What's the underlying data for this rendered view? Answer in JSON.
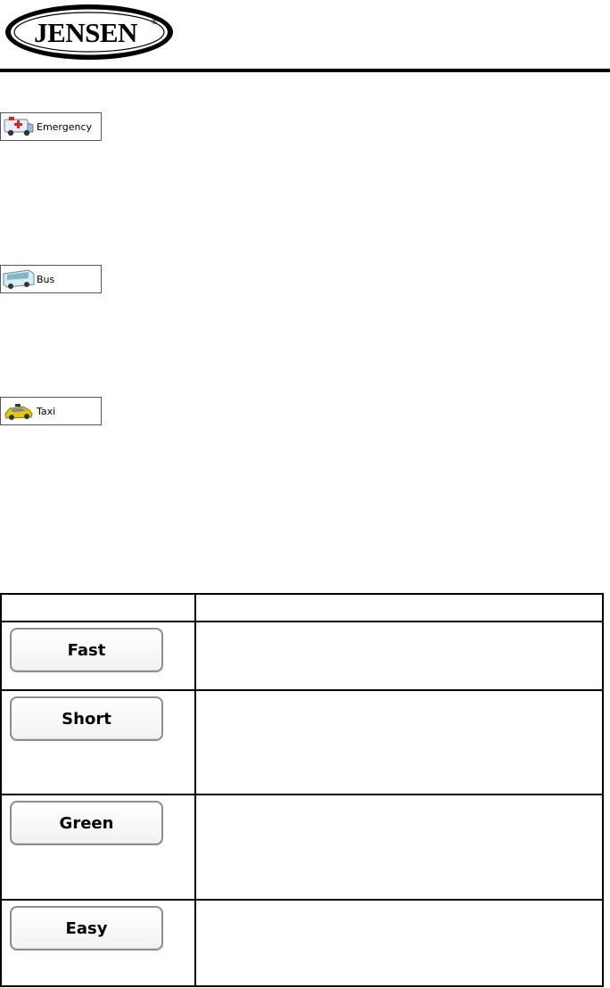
{
  "header": {
    "brand": "JENSEN",
    "registered": "®"
  },
  "vehicles": [
    {
      "label": "Emergency",
      "icon": "ambulance-icon"
    },
    {
      "label": "Bus",
      "icon": "bus-icon"
    },
    {
      "label": "Taxi",
      "icon": "taxi-icon"
    }
  ],
  "route_table": {
    "header": [
      "",
      ""
    ],
    "rows": [
      {
        "button": "Fast",
        "description": ""
      },
      {
        "button": "Short",
        "description": ""
      },
      {
        "button": "Green",
        "description": ""
      },
      {
        "button": "Easy",
        "description": ""
      }
    ]
  },
  "colors": {
    "ink": "#000000",
    "button_border": "#8d8d8d",
    "page": "#ffffff"
  }
}
